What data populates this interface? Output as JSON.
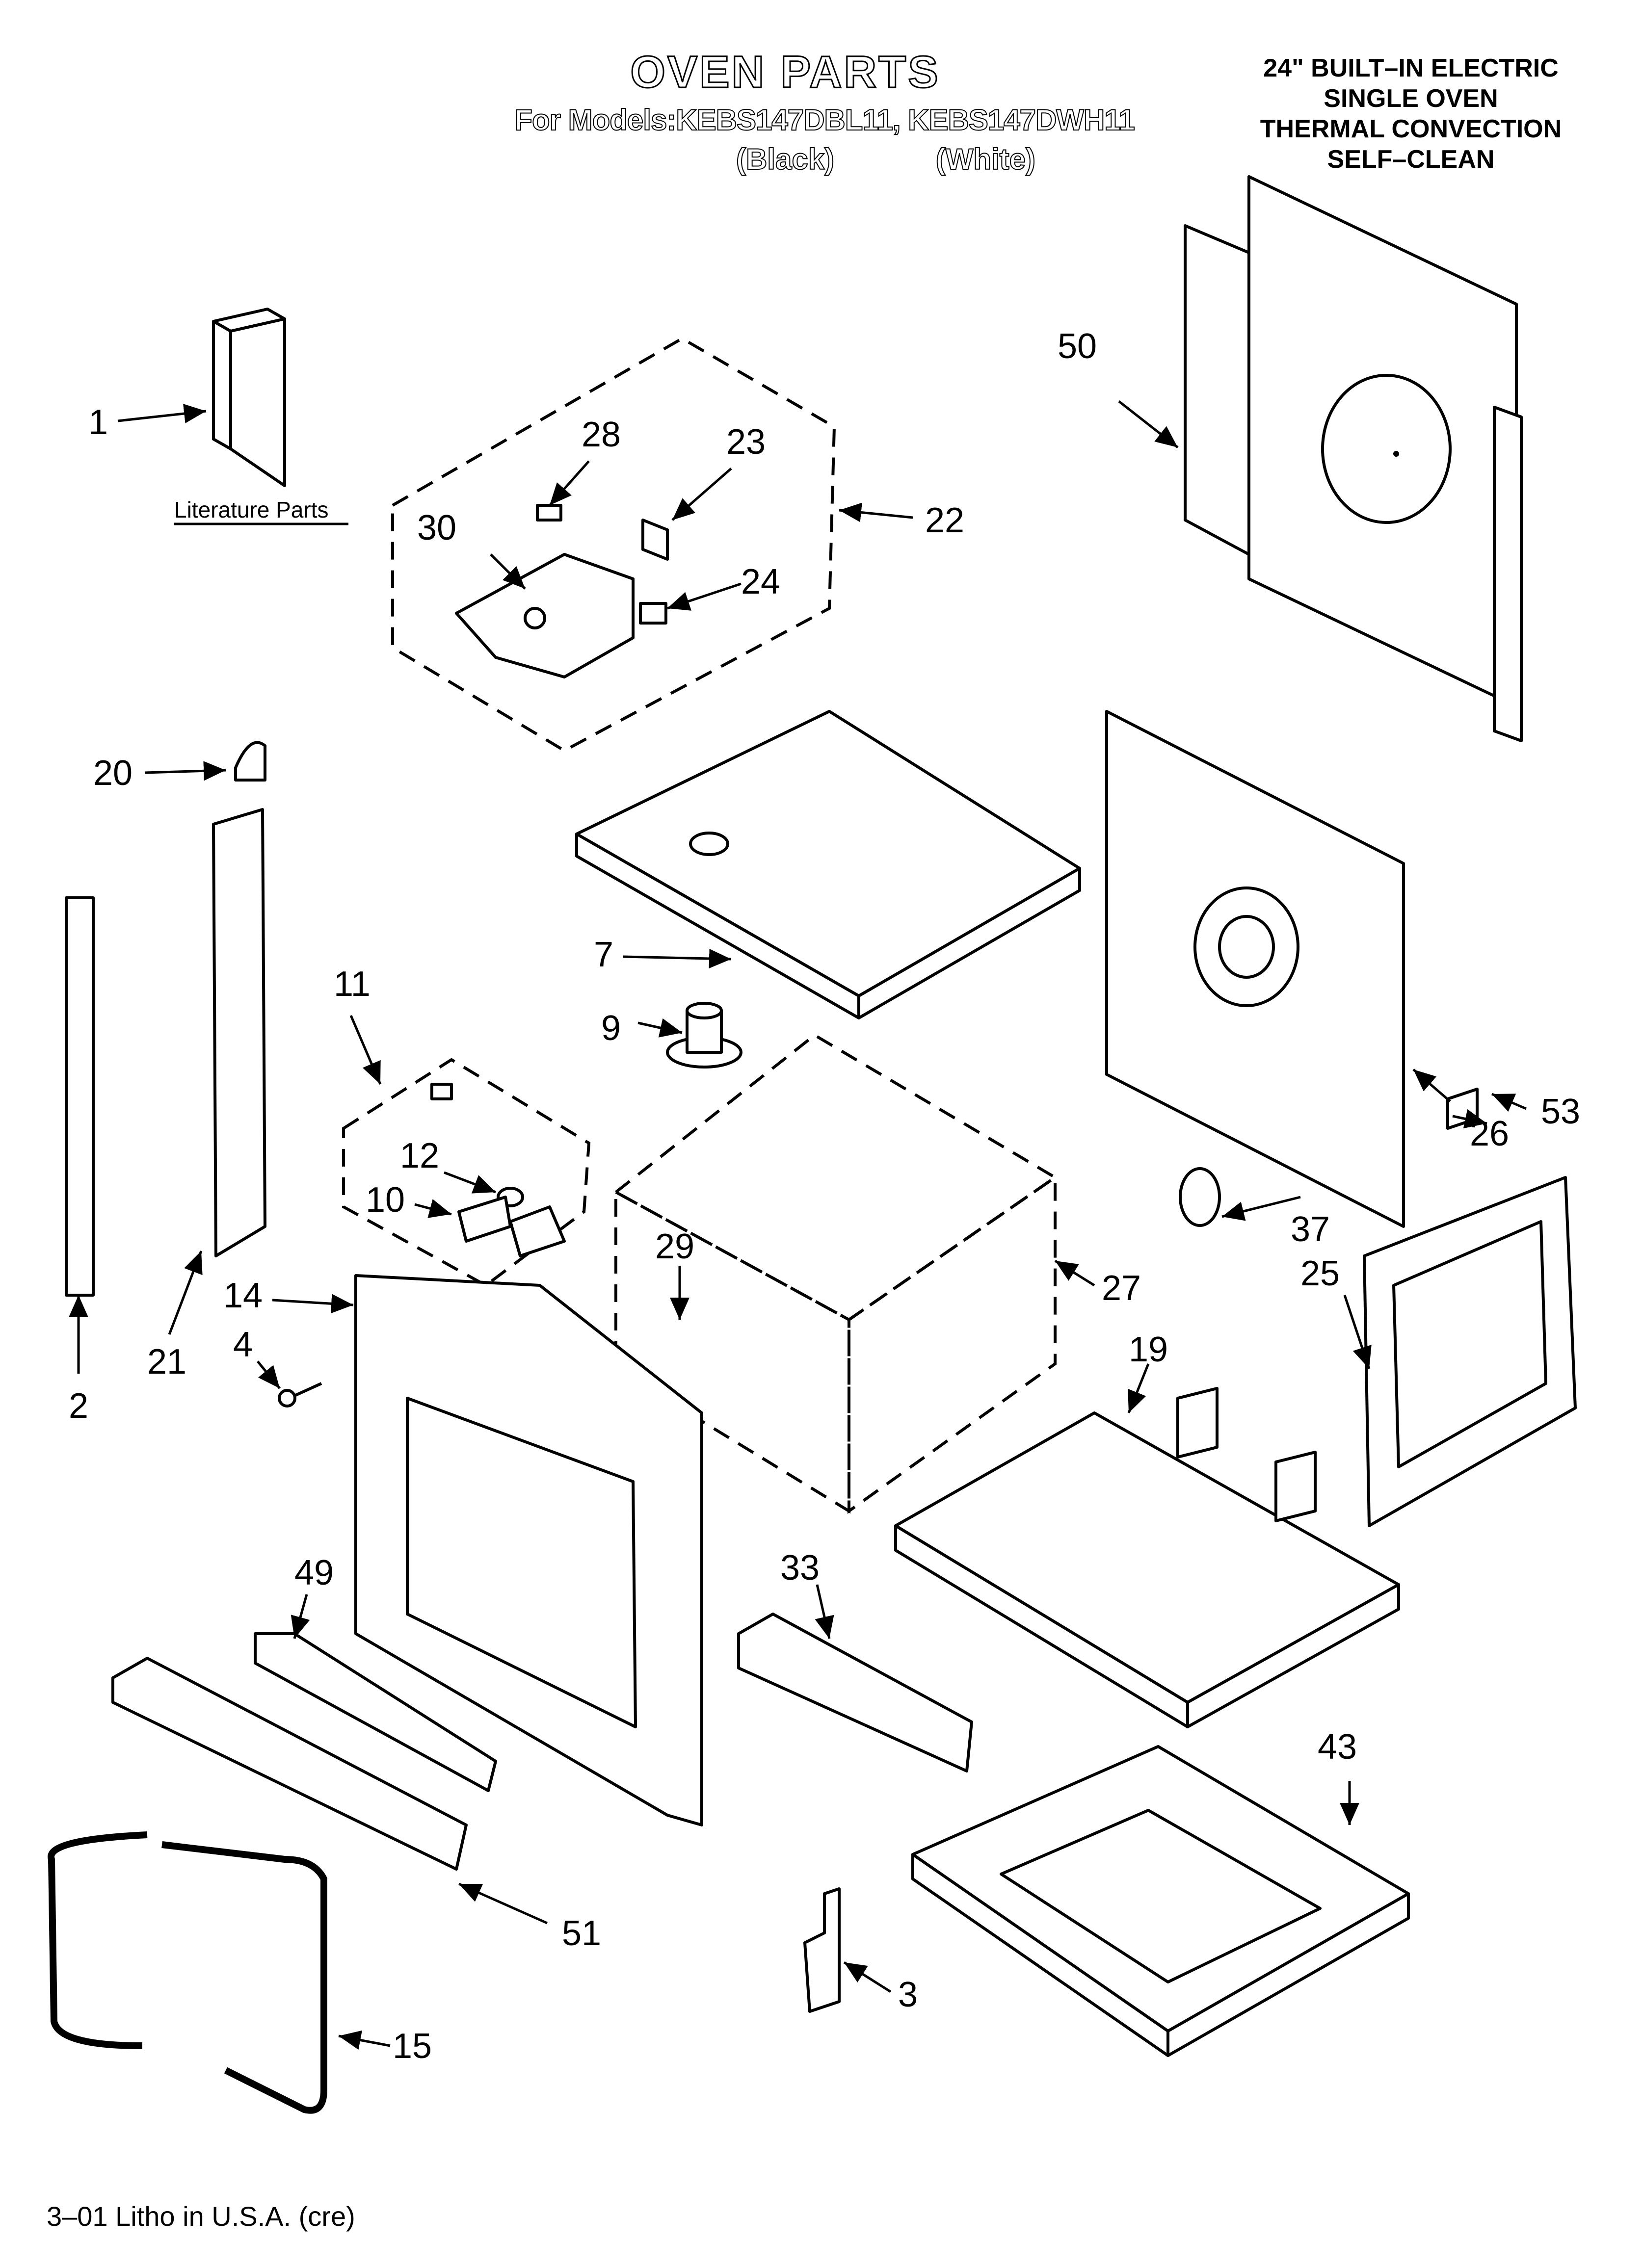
{
  "header": {
    "title": "OVEN PARTS",
    "models_line": "For Models:KEBS147DBL11, KEBS147DWH11",
    "variant_black": "(Black)",
    "variant_white": "(White)"
  },
  "specs": [
    "24\" BUILT–IN ELECTRIC",
    "SINGLE OVEN",
    "THERMAL CONVECTION",
    "SELF–CLEAN"
  ],
  "literature_label": "Literature Parts",
  "footer": "3–01 Litho in U.S.A. (cre)",
  "callouts": {
    "c1": "1",
    "c2": "2",
    "c3": "3",
    "c4": "4",
    "c7": "7",
    "c9": "9",
    "c10": "10",
    "c11": "11",
    "c12": "12",
    "c14": "14",
    "c15": "15",
    "c19": "19",
    "c20": "20",
    "c21": "21",
    "c22": "22",
    "c23": "23",
    "c24": "24",
    "c25": "25",
    "c26": "26",
    "c27": "27",
    "c28": "28",
    "c29": "29",
    "c30": "30",
    "c33": "33",
    "c37": "37",
    "c43": "43",
    "c49": "49",
    "c50": "50",
    "c51": "51",
    "c53": "53"
  }
}
